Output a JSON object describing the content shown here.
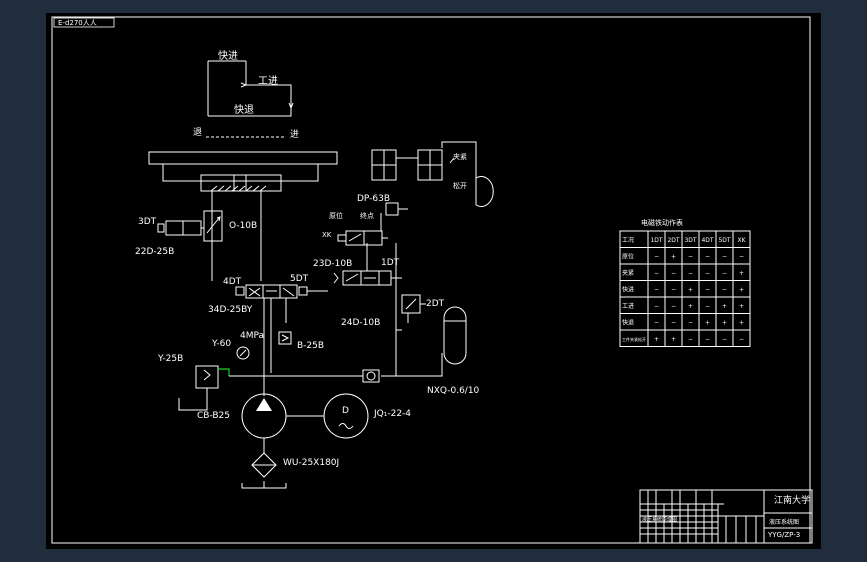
{
  "drawing": {
    "tab_label": "E-d270人人",
    "colors": {
      "background": "#000000",
      "line": "#ffffff",
      "accent": "#1fd11f",
      "frame": "#212d3d"
    },
    "motion": {
      "fast_forward": "快进",
      "work_feed": "工进",
      "fast_return": "快退",
      "back": "退",
      "forward": "进"
    },
    "labels": {
      "dt3": "3DT",
      "v_o10b": "O-10B",
      "v_22d25b": "22D-25B",
      "dt4": "4DT",
      "dt5": "5DT",
      "v_34d25by": "34D-25BY",
      "mpa": "4MPa",
      "y60": "Y-60",
      "y25b": "Y-25B",
      "b25b": "B-25B",
      "cb_b25": "CB-B25",
      "motor": "JQ₁-22-4",
      "motor_symbol": "D",
      "filter": "WU-25X180J",
      "dp63b": "DP-63B",
      "jiajin": "夹紧",
      "songkai": "松开",
      "yuanwei": "原位",
      "zhongdian": "终点",
      "xk": "XK",
      "v_23d10b": "23D-10B",
      "dt1": "1DT",
      "v_24d10b": "24D-10B",
      "dt2": "2DT",
      "accum": "NXQ-0.6/10"
    },
    "table": {
      "title": "电磁铁动作表",
      "headers": [
        "工况",
        "1DT",
        "2DT",
        "3DT",
        "4DT",
        "5DT",
        "XK"
      ],
      "rows": [
        [
          "原位",
          "−",
          "+",
          "−",
          "−",
          "−",
          "−"
        ],
        [
          "夹紧",
          "−",
          "−",
          "−",
          "−",
          "−",
          "+"
        ],
        [
          "快进",
          "−",
          "−",
          "+",
          "−",
          "−",
          "+"
        ],
        [
          "工进",
          "−",
          "−",
          "+",
          "−",
          "+",
          "+"
        ],
        [
          "快退",
          "−",
          "−",
          "−",
          "+",
          "+",
          "+"
        ],
        [
          "工件夹紧松开",
          "+",
          "+",
          "−",
          "−",
          "−",
          "−"
        ]
      ]
    },
    "title_block": {
      "school": "江南大学",
      "name": "液压系统图",
      "code": "YYG/ZP-3",
      "small_note": "液压系统原理图"
    }
  }
}
